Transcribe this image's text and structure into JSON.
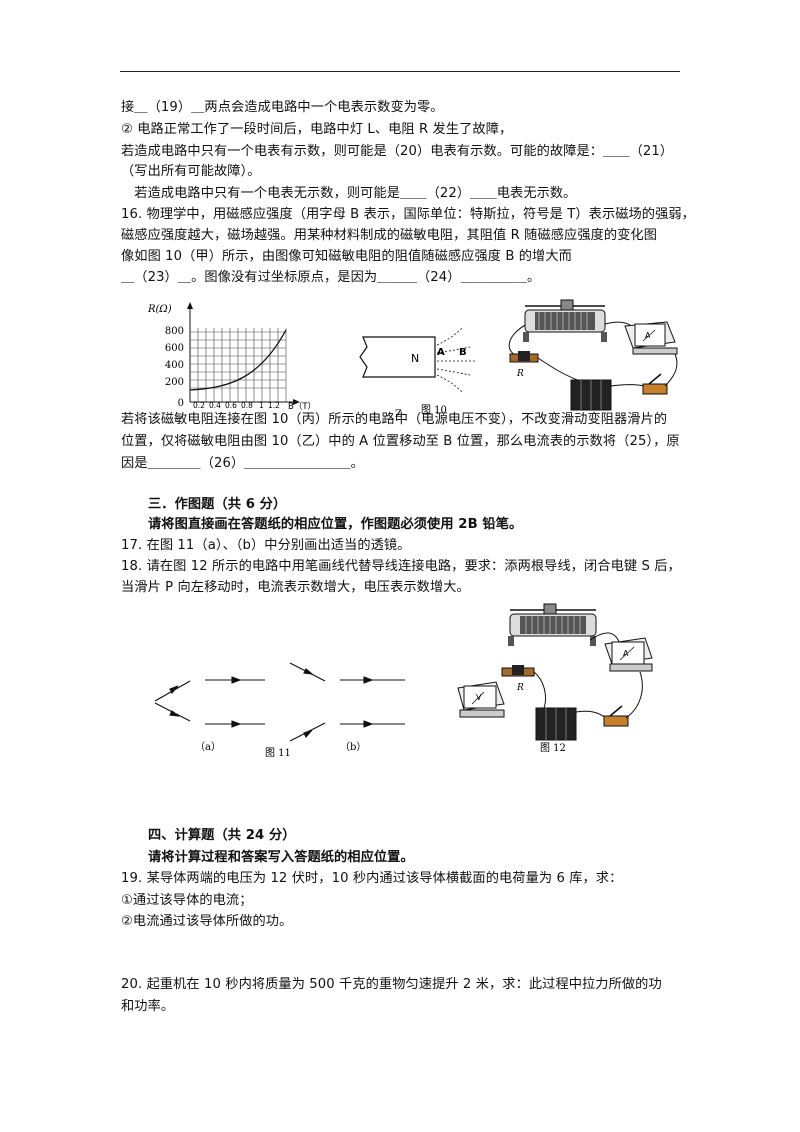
{
  "lines": {
    "l1": "接＿（19）＿两点会造成电路中一个电表示数变为零。",
    "l2": "② 电路正常工作了一段时间后，电路中灯 L、电阻 R 发生了故障，",
    "l3": "若造成电路中只有一个电表有示数，则可能是（20）电表有示数。可能的故障是：＿＿（21）",
    "l4": "（写出所有可能故障）。",
    "l5": "　若造成电路中只有一个电表无示数，则可能是＿＿（22）＿＿电表无示数。",
    "l6": "16. 物理学中，用磁感应强度（用字母 B 表示，国际单位：特斯拉，符号是 T）表示磁场的强弱，",
    "l7": "磁感应强度越大，磁场越强。用某种材料制成的磁敏电阻，其阻值 R 随磁感应强度的变化图",
    "l8": "像如图 10（甲）所示，由图像可知磁敏电阻的阻值随磁感应强度 B 的增大而",
    "l9": "＿（23）＿。图像没有过坐标原点，是因为＿＿＿（24）＿＿＿＿＿。",
    "l10": "若将该磁敏电阻连接在图 10（丙）所示的电路中（电源电压不变），不改变滑动变阻器滑片的",
    "l11": "位置，仅将磁敏电阻由图 10（乙）中的 A 位置移动至 B 位置，那么电流表的示数将（25），原",
    "l12": "因是＿＿＿＿（26）＿＿＿＿＿＿＿＿。",
    "s3_title": "三．作图题（共 6 分）",
    "s3_note": "请将图直接画在答题纸的相应位置，作图题必须使用 2B 铅笔。",
    "q17": "17.  在图 11（a）、（b）中分别画出适当的透镜。",
    "q18a": "18.  请在图 12 所示的电路中用笔画线代替导线连接电路，要求：添两根导线，闭合电键 S 后，",
    "q18b": "当滑片 P 向左移动时，电流表示数增大，电压表示数增大。",
    "s4_title": "四、计算题（共 24 分）",
    "s4_note": "请将计算过程和答案写入答题纸的相应位置。",
    "q19": "19.  某导体两端的电压为 12 伏时，10 秒内通过该导体横截面的电荷量为 6 库，求：",
    "q19a": "①通过该导体的电流；",
    "q19b": "②电流通过该导体所做的功。",
    "q20a": "20.  起重机在 10 秒内将质量为 500 千克的重物匀速提升 2 米，求：此过程中拉力所做的功",
    "q20b": "和功率。"
  },
  "fig10": {
    "caption": "图 10",
    "graph_ylabel": "R(Ω)",
    "graph_xlabel": "B（T）",
    "y_ticks": [
      "800",
      "600",
      "400",
      "200",
      "0"
    ],
    "x_ticks": [
      "0.2",
      "0.4",
      "0.6",
      "0.8",
      "1",
      "1.2"
    ],
    "magnet_label": "N",
    "point_a": "A",
    "point_b": "B",
    "resistor_label": "R",
    "sub_label": "Z"
  },
  "fig11": {
    "caption": "图 11",
    "label_a": "（a）",
    "label_b": "（b）"
  },
  "fig12": {
    "caption": "图 12",
    "resistor_label": "R"
  },
  "meters": {
    "ammeter": "A",
    "voltmeter": "V"
  }
}
